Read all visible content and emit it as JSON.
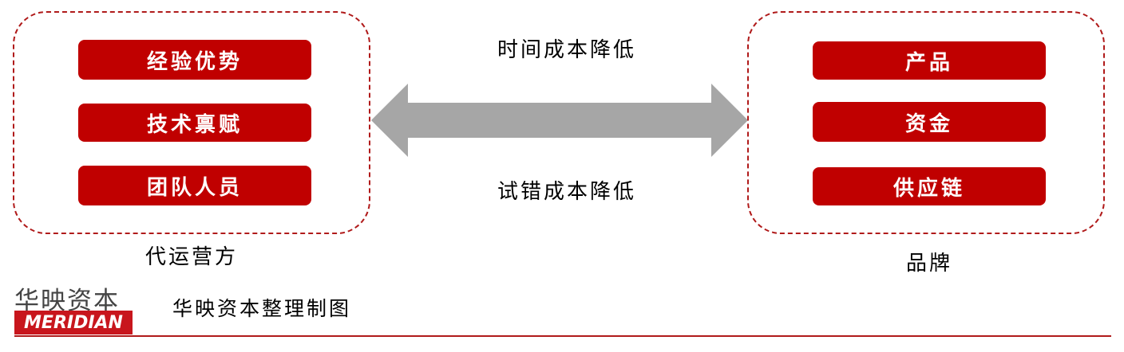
{
  "left_group": {
    "label": "代运营方",
    "items": [
      "经验优势",
      "技术禀赋",
      "团队人员"
    ]
  },
  "right_group": {
    "label": "品牌",
    "items": [
      "产品",
      "资金",
      "供应链"
    ]
  },
  "arrow": {
    "top_label": "时间成本降低",
    "bottom_label": "试错成本降低",
    "color": "#a6a6a6"
  },
  "footer": {
    "logo_cn": "华映资本",
    "logo_en": "MERIDIAN",
    "source": "华映资本整理制图"
  },
  "colors": {
    "accent": "#c00000",
    "dashed_border": "#b01a1a",
    "arrow": "#a6a6a6"
  }
}
